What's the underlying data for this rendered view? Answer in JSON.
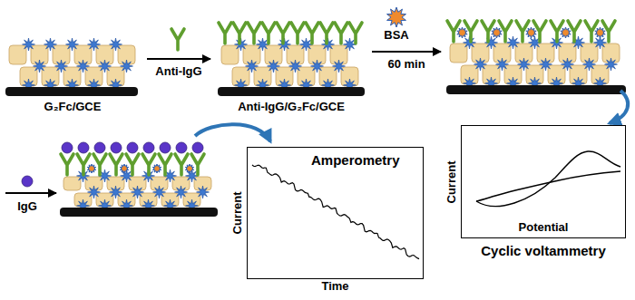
{
  "diagram": {
    "nodes": [
      {
        "text": [
          "G₂Fc/GCE"
        ]
      },
      {
        "text": [
          "Anti-IgG/G₂Fc/GCE"
        ]
      },
      {
        "text": [
          "Current",
          "Potential",
          "Cyclic voltammetry"
        ]
      },
      {
        "text": [
          "Amperometry",
          "Current",
          "Time"
        ]
      }
    ],
    "edges": [
      {
        "from": 0,
        "to": 1,
        "arrow": "to",
        "label": "Anti-IgG"
      }
    ],
    "labels": [
      "BSA",
      "60 min",
      "IgG"
    ]
  }
}
